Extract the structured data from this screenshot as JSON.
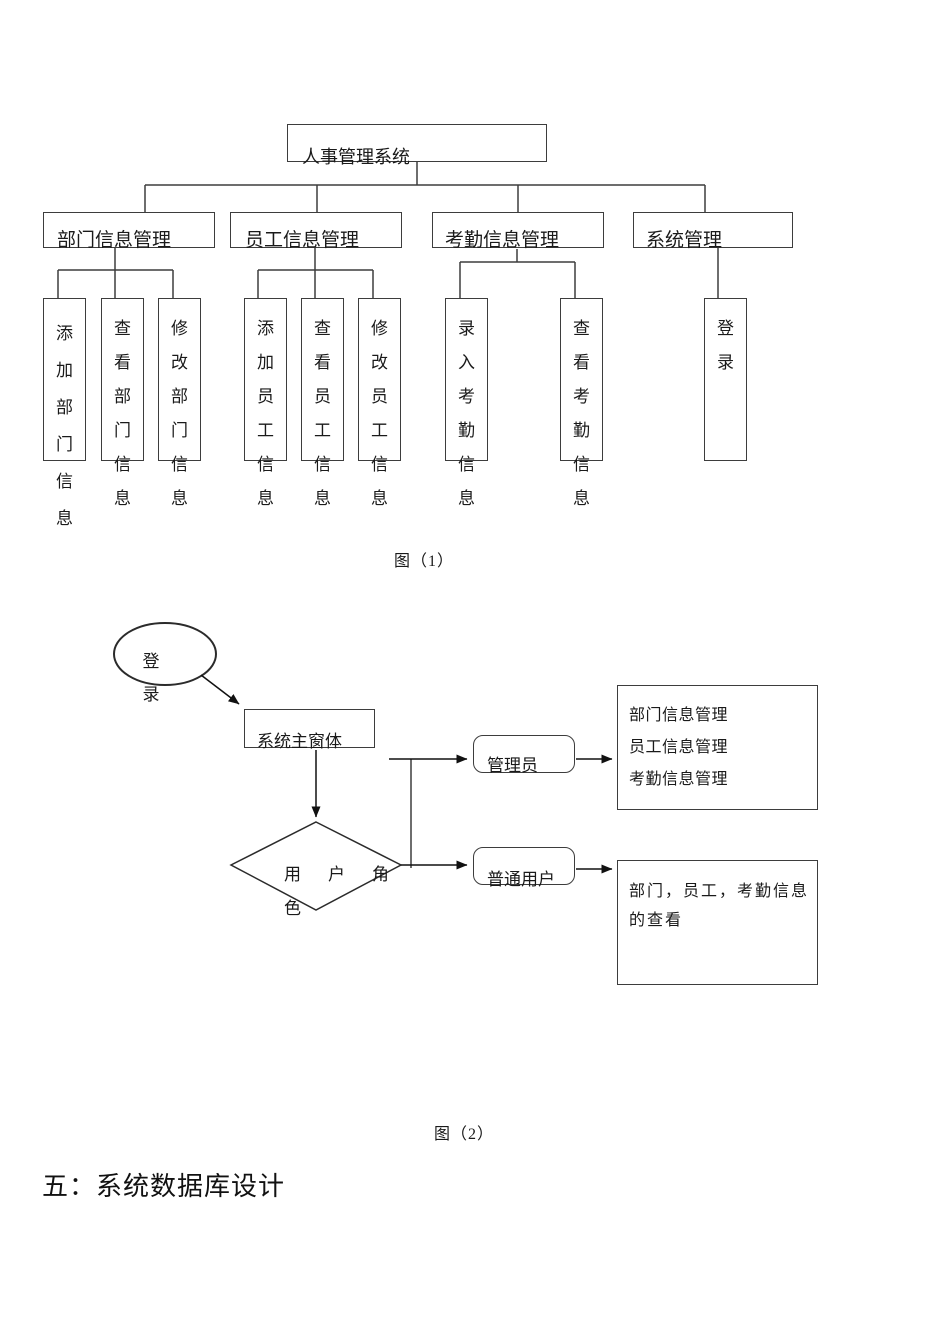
{
  "fig1": {
    "root": "人事管理系统",
    "level2": [
      "部门信息管理",
      "员工信息管理",
      "考勤信息管理",
      "系统管理"
    ],
    "leaves": [
      "添加部门信息",
      "查看部门信息",
      "修改部门信息",
      "添加员工信息",
      "查看员工信息",
      "修改员工信息",
      "录入考勤信息",
      "查看考勤信息",
      "登　　录"
    ],
    "caption": "图（1）"
  },
  "fig2": {
    "start": "登录",
    "main_window": "系统主窗体",
    "decision": "用　户　角\n色",
    "admin": "管理员",
    "normal_user": "普通用户",
    "admin_targets": [
      "部门信息管理",
      "员工信息管理",
      "考勤信息管理"
    ],
    "user_target_line1": "部门，员工，考勤信息",
    "user_target_line2": "的查看",
    "caption": "图（2）"
  },
  "section_heading": "五：系统数据库设计",
  "colors": {
    "line": "#3d3d3d",
    "text": "#1a1a1a",
    "background": "#ffffff"
  }
}
